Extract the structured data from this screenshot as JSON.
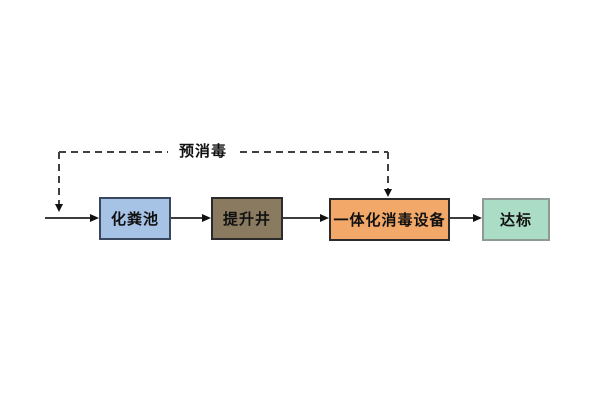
{
  "diagram": {
    "bypass_label": "预消毒",
    "nodes": [
      {
        "id": "septic-tank",
        "label": "化粪池",
        "fill": "#a6c3e6",
        "border": "#39485e"
      },
      {
        "id": "lifting-well",
        "label": "提升井",
        "fill": "#8a7b60",
        "border": "#2b2b2b"
      },
      {
        "id": "integrated-disinfection",
        "label": "一体化消毒设备",
        "fill": "#f2a869",
        "border": "#2b2b2b"
      },
      {
        "id": "compliant-discharge",
        "label": "达标",
        "fill": "#abdcc6",
        "border": "#8f9a94"
      }
    ],
    "colors": {
      "solid_line": "#3d3d3d",
      "dashed_line": "#404040",
      "arrowhead": "#111111",
      "text": "#111111",
      "background": "#ffffff"
    }
  }
}
